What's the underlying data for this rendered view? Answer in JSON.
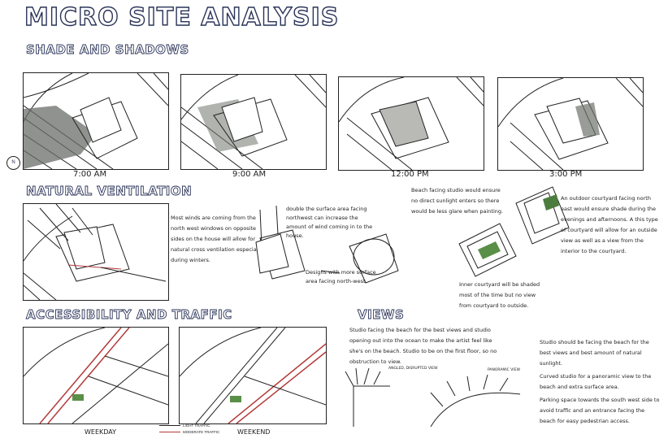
{
  "title": "MICRO SITE ANALYSIS",
  "sections": {
    "shade": "SHADE AND SHADOWS",
    "ventilation": "NATURAL VENTILATION",
    "access": "ACCESSIBILITY AND TRAFFIC",
    "views": "VIEWS"
  },
  "compass_label": "N",
  "times": [
    "7:00 AM",
    "9:00 AM",
    "12:00 PM",
    "3:00 PM"
  ],
  "ventilation_notes": {
    "winds": "Most winds are coming from the north west windows on opposite sides on the house will allow for natural cross ventilation especially during winters.",
    "double": "double the surface area facing northwest can increase the amount of wind coming in to the house.",
    "designs": "Designs with more surface area facing north-west.",
    "beach_studio": "Beach facing studio would ensure no direct sunlight enters so there would be less glare when painting.",
    "outdoor": "An outdoor courtyard facing north east would ensure shade during the evenings and afternoons. A this type of courtyard will allow for an outside view as well as a view from the interior to the courtyard.",
    "inner": "Inner courtyard will be shaded most of the time but no view from courtyard to outside."
  },
  "access_captions": [
    "WEEKDAY",
    "WEEKEND"
  ],
  "legend": [
    "LIGHT TRAFFIC",
    "MODERATE TRAFFIC"
  ],
  "views_notes": {
    "studio": "Studio facing the beach for the best views and studio opening out into the ocean to make the artist feel like she's on the beach. Studio to be on the first floor, so no obstruction to view.",
    "angled": "ANGLED, DISRUPTED VIEW",
    "panoramic": "PANORAMIC VIEW",
    "bullets": [
      "Studio should be facing the beach for the best views and best amount of natural sunlight.",
      "Curved studio for a panoramic view to the beach and extra surface area.",
      "Parking space towards the south west side to avoid traffic and an entrance facing the beach for easy pedestrian access."
    ]
  }
}
